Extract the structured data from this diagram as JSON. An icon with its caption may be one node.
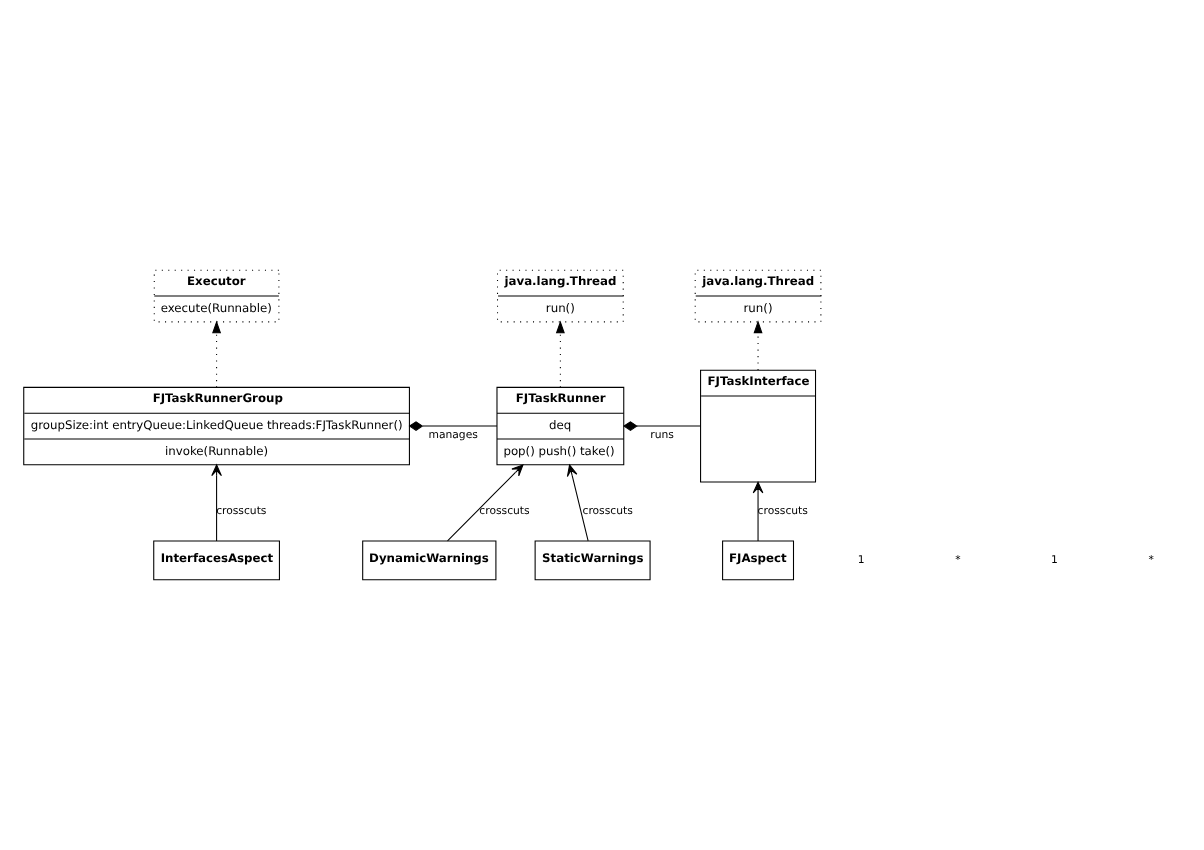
{
  "diagram": {
    "nodes": [
      {
        "text": [
          "Executor",
          "execute(Runnable)"
        ]
      },
      {
        "text": [
          "java.lang.Thread",
          "run()"
        ]
      },
      {
        "text": [
          "java.lang.Thread",
          "run()"
        ]
      },
      {
        "text": [
          "FJTaskRunnerGroup",
          "groupSize:int entryQueue:LinkedQueue threads:FJTaskRunner()",
          "invoke(Runnable)"
        ]
      },
      {
        "text": [
          "FJTaskRunner",
          "deq",
          "pop() push() take()"
        ]
      },
      {
        "text": [
          "FJTaskInterface"
        ]
      },
      {
        "text": [
          "InterfacesAspect"
        ]
      },
      {
        "text": [
          "DynamicWarnings"
        ]
      },
      {
        "text": [
          "StaticWarnings"
        ]
      },
      {
        "text": [
          "FJAspect"
        ]
      }
    ],
    "edges": [
      {
        "from": 3,
        "to": 0,
        "arrow": "to",
        "style": "dashed"
      },
      {
        "from": 4,
        "to": 1,
        "arrow": "to",
        "style": "dashed"
      },
      {
        "from": 5,
        "to": 2,
        "arrow": "to",
        "style": "dashed"
      },
      {
        "from": 3,
        "to": 4,
        "arrow": "other",
        "label": "manages"
      },
      {
        "from": 4,
        "to": 5,
        "arrow": "other",
        "label": "runs"
      },
      {
        "from": 6,
        "to": 3,
        "arrow": "to",
        "label": "crosscuts"
      },
      {
        "from": 7,
        "to": 4,
        "arrow": "to",
        "label": "crosscuts"
      },
      {
        "from": 8,
        "to": 4,
        "arrow": "to",
        "label": "crosscuts"
      },
      {
        "from": 9,
        "to": 5,
        "arrow": "to",
        "label": "crosscuts"
      }
    ],
    "labels": [
      "1",
      "*",
      "1",
      "*"
    ]
  }
}
